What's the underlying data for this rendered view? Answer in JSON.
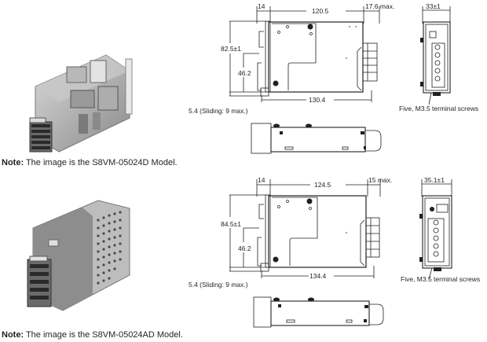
{
  "models": [
    {
      "id": "top",
      "note_label": "Note:",
      "note_text": " The image is the S8VM-05024D Model.",
      "photo_alt": "power-supply-open-frame-photo",
      "dimensions": {
        "front_depth": "14",
        "body_length": "120.5",
        "terminal_max": "17.6 max.",
        "width": "33±1",
        "height": "82.5±1",
        "rail_height": "46.2",
        "overall_length": "130.4",
        "sliding": "5.4 (Sliding: 9 max.)",
        "terminal_note": "Five, M3.5 terminal screws"
      }
    },
    {
      "id": "bottom",
      "note_label": "Note:",
      "note_text": " The image is the S8VM-05024AD Model.",
      "photo_alt": "power-supply-covered-photo",
      "dimensions": {
        "front_depth": "14",
        "body_length": "124.5",
        "terminal_max": "15 max.",
        "width": "35.1±1",
        "height": "84.5±1",
        "rail_height": "46.2",
        "overall_length": "134.4",
        "sliding": "5.4 (Sliding: 9 max.)",
        "terminal_note": "Five, M3.5 terminal screws"
      }
    }
  ],
  "colors": {
    "line": "#231f20",
    "text": "#231f20",
    "photo_dark": "#5a5a5a",
    "photo_mid": "#9a9a9a",
    "photo_light": "#d8d8d8"
  }
}
